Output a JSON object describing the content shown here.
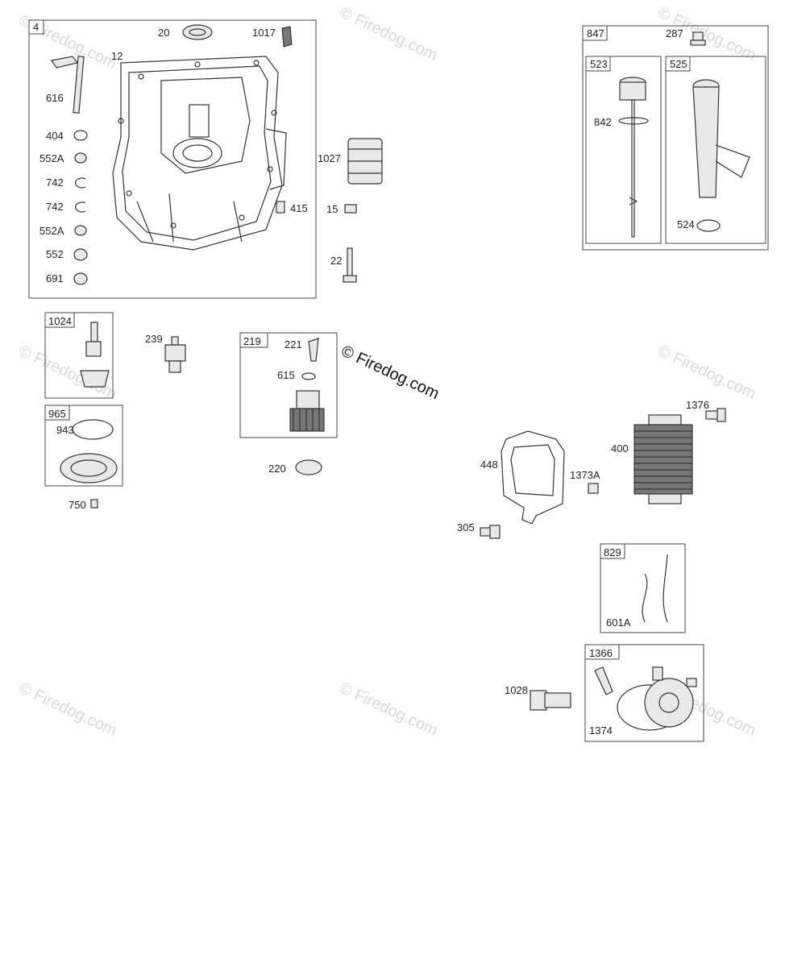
{
  "watermark": "© Firedog.com",
  "groups": [
    {
      "id": "4",
      "label": "4"
    },
    {
      "id": "847",
      "label": "847"
    },
    {
      "id": "523",
      "label": "523"
    },
    {
      "id": "525",
      "label": "525"
    },
    {
      "id": "1024",
      "label": "1024"
    },
    {
      "id": "965",
      "label": "965"
    },
    {
      "id": "219",
      "label": "219"
    },
    {
      "id": "829",
      "label": "829"
    },
    {
      "id": "1366",
      "label": "1366"
    }
  ],
  "parts": [
    "20",
    "1017",
    "12",
    "616",
    "404",
    "552A",
    "742",
    "742",
    "552A",
    "552",
    "691",
    "1027",
    "415",
    "15",
    "22",
    "287",
    "842",
    "524",
    "239",
    "221",
    "615",
    "220",
    "943",
    "750",
    "1376",
    "400",
    "448",
    "1373A",
    "305",
    "601A",
    "1028",
    "1374"
  ]
}
